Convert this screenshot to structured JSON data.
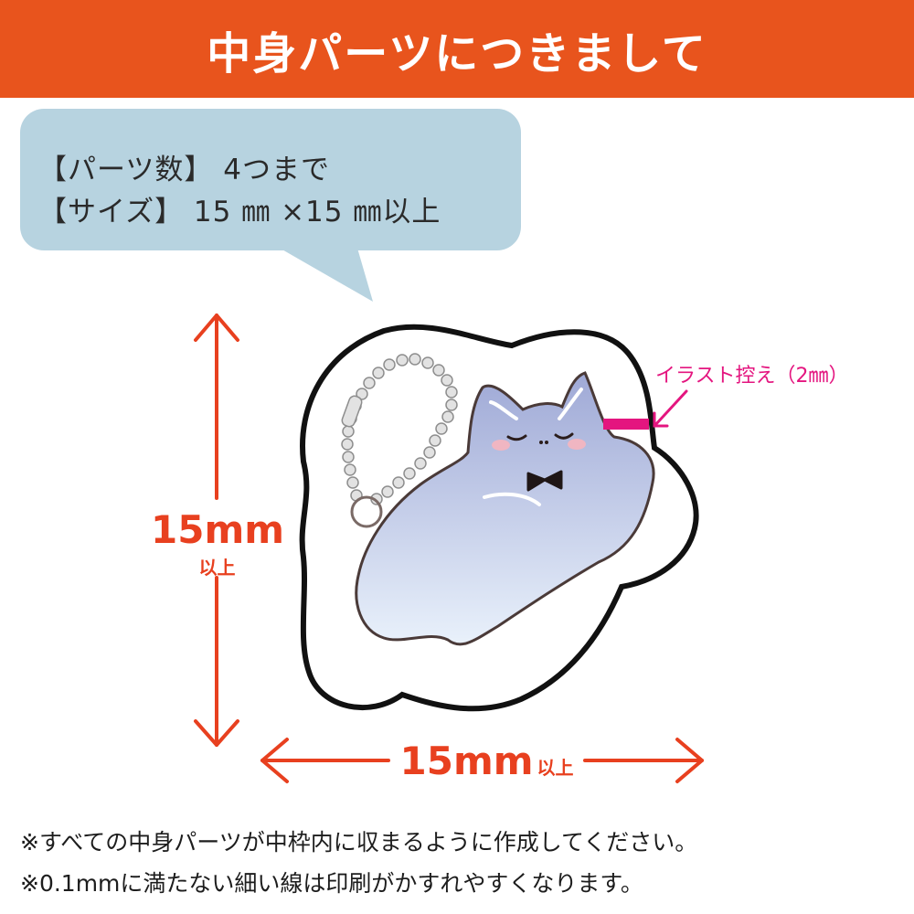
{
  "header": {
    "title": "中身パーツにつきまして"
  },
  "info_bubble": {
    "line_parts": "【パーツ数】 4つまで",
    "line_size": "【サイズ】 15 ㎜ ×15 ㎜以上"
  },
  "dimensions": {
    "vertical_value": "15mm",
    "vertical_suffix": "以上",
    "horizontal_value": "15mm",
    "horizontal_suffix": "以上"
  },
  "illustration": {
    "margin_label": "イラスト控え（2㎜）"
  },
  "notes": [
    "※すべての中身パーツが中枠内に収まるように作成してください。",
    "※0.1mmに満たない細い線は印刷がかすれやすくなります。"
  ],
  "colors": {
    "header_bg": "#e8541d",
    "bubble_bg": "#b7d3e0",
    "dimension_red": "#e8401f",
    "margin_pink": "#e4157f"
  },
  "icons": [
    "ball-chain-icon",
    "cat-illustration"
  ]
}
